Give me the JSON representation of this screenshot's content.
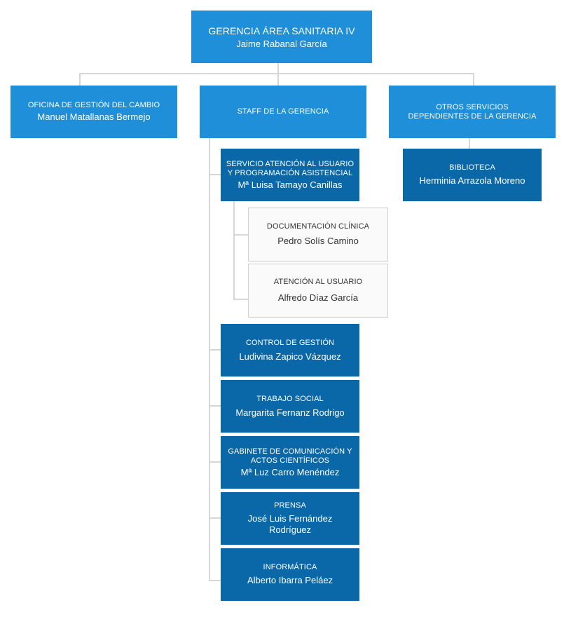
{
  "root": {
    "title": "GERENCIA ÁREA SANITARIA IV",
    "name": "Jaime Rabanal García"
  },
  "level1": [
    {
      "title": "OFICINA DE GESTIÓN DEL CAMBIO",
      "name": "Manuel Matallanas Bermejo"
    },
    {
      "title": "STAFF DE LA GERENCIA"
    },
    {
      "title": "OTROS SERVICIOS\nDEPENDIENTES DE LA GERENCIA"
    }
  ],
  "staff": [
    {
      "title": "SERVICIO ATENCIÓN AL USUARIO\nY PROGRAMACIÓN ASISTENCIAL",
      "name": "Mª Luisa Tamayo Canillas"
    },
    {
      "title": "CONTROL DE GESTIÓN",
      "name": "Ludivina Zapico Vázquez"
    },
    {
      "title": "TRABAJO SOCIAL",
      "name": "Margarita Fernanz Rodrigo"
    },
    {
      "title": "GABINETE DE COMUNICACIÓN Y\nACTOS CIENTÍFICOS",
      "name": "Mª Luz Carro Menéndez"
    },
    {
      "title": "PRENSA",
      "name": "José Luis Fernández\nRodríguez"
    },
    {
      "title": "INFORMÁTICA",
      "name": "Alberto Ibarra Peláez"
    }
  ],
  "sau_children": [
    {
      "title": "DOCUMENTACIÓN CLÍNICA",
      "name": "Pedro Solís Camino"
    },
    {
      "title": "ATENCIÓN AL USUARIO",
      "name": "Alfredo Díaz García"
    }
  ],
  "otros": [
    {
      "title": "BIBLIOTECA",
      "name": "Herminia Arrazola Moreno"
    }
  ],
  "colors": {
    "light_box": "#1e8fd8",
    "dark_box": "#0a68a9",
    "connector": "#d6d6d6",
    "white_box": "#fafafa"
  }
}
